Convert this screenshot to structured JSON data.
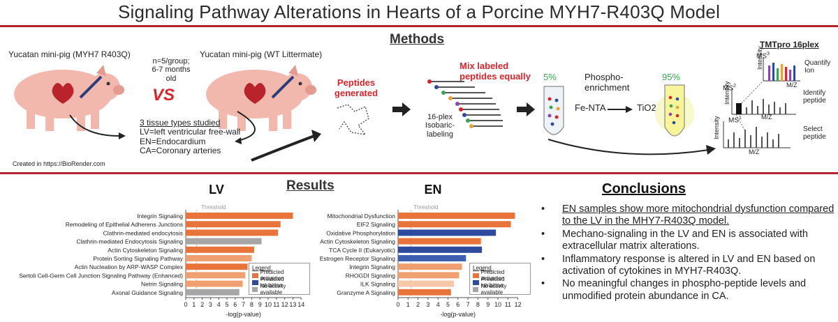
{
  "title": "Signaling Pathway Alterations in Hearts of a Porcine MYH7-R403Q Model",
  "methods": {
    "heading": "Methods",
    "pig1_label": "Yucatan mini-pig (MYH7 R403Q)",
    "pig2_label": "Yucatan mini-pig (WT Littermate)",
    "n_line1": "n=5/group;",
    "n_line2": "6-7 months",
    "n_line3": "old",
    "vs": "VS",
    "tissue_title": "3 tissue types studied",
    "tissue_lv": "LV=left ventricular free-wall",
    "tissue_en": "EN=Endocardium",
    "tissue_ca": "CA=Coronary arteries",
    "credit": "Created in https://BioRender.com",
    "peptides_line1": "Peptides",
    "peptides_line2": "generated",
    "mix_line1": "Mix labeled",
    "mix_line2": "peptides equally",
    "plex_line1": "16-plex",
    "plex_line2": "Isobaric-labeling",
    "pct5": "5%",
    "pct95": "95%",
    "phospho_line1": "Phospho-",
    "phospho_line2": "enrichment",
    "fe_nta": "Fe-NTA",
    "tio2": "TiO2",
    "tmt_title": "TMTpro 16plex",
    "ms3": "MS",
    "ms3_sup": "3",
    "ms2": "MS",
    "ms2_sup": "2",
    "ms1": "MS",
    "ms1_sup": "1",
    "intensity": "Intensity",
    "mz": "M/Z",
    "quantify_line1": "Quantify",
    "quantify_line2": "Ion",
    "identify_line1": "Identify",
    "identify_line2": "peptide",
    "select_line1": "Select",
    "select_line2": "peptide"
  },
  "results": {
    "heading": "Results"
  },
  "legend": {
    "title": "Legend",
    "items": [
      {
        "label": "Predicted activation",
        "color": "#e8743b"
      },
      {
        "label": "Predicted inhibition",
        "color": "#2e4a9c"
      },
      {
        "label": "No activity available",
        "color": "#a6a6a6"
      }
    ]
  },
  "chart_data": [
    {
      "type": "bar",
      "title": "LV",
      "threshold_label": "Threshold",
      "xlabel": "-log(p-value)",
      "xlim": [
        0,
        14
      ],
      "xticks": [
        0,
        1,
        2,
        3,
        4,
        5,
        6,
        7,
        8,
        9,
        10,
        11,
        12,
        13,
        14
      ],
      "categories": [
        "Integrin Signaling",
        "Remodeling of Epithelial Adherens Junctions",
        "Clathrin-mediated endocytosis",
        "Clathrin-mediated Endocytosis Signaling",
        "Actin Cytoskeleton Signaling",
        "Protein Sorting Signaling Pathway",
        "Actin Nucleation by ARP-WASP Complex",
        "Sertoli Cell-Germ Cell Junction Signaling Pathway (Enhanced)",
        "Netrin Signaling",
        "Axonal Guidance Signaling"
      ],
      "values": [
        13.0,
        11.5,
        11.2,
        9.2,
        8.3,
        8.0,
        7.5,
        7.2,
        6.9,
        6.5
      ],
      "colors": [
        "#e8743b",
        "#e8743b",
        "#e8743b",
        "#a6a6a6",
        "#e8743b",
        "#f0a070",
        "#e8743b",
        "#f0a070",
        "#f0a070",
        "#a6a6a6"
      ]
    },
    {
      "type": "bar",
      "title": "EN",
      "threshold_label": "Threshold",
      "xlabel": "-log(p-value)",
      "xlim": [
        0,
        12
      ],
      "xticks": [
        0,
        1,
        2,
        3,
        4,
        5,
        6,
        7,
        8,
        9,
        10,
        11,
        12
      ],
      "categories": [
        "Mitochondrial Dysfunction",
        "EIF2 Signaling",
        "Oxidative Phosphorylation",
        "Actin Cytoskeleton Signaling",
        "TCA Cycle II (Eukaryotic)",
        "Estrogen Receptor Signaling",
        "Integrin Signaling",
        "RHOGDI Signaling",
        "ILK Signaling",
        "Granzyme A Signaling"
      ],
      "values": [
        11.7,
        11.3,
        9.8,
        8.3,
        8.4,
        6.8,
        6.4,
        6.1,
        5.6,
        5.3
      ],
      "colors": [
        "#e8743b",
        "#e8743b",
        "#2e4a9c",
        "#e8743b",
        "#2e4a9c",
        "#3d5fb0",
        "#f0a070",
        "#f0a070",
        "#f6c8a8",
        "#e8743b"
      ]
    }
  ],
  "conclusions": {
    "heading": "Conclusions",
    "items": [
      "EN samples show more mitochondrial dysfunction compared to the LV in the MHY7-R403Q model.",
      "Mechano-signaling in the LV and EN is associated with extracellular matrix alterations.",
      "Inflammatory response is altered in LV and EN based on activation of cytokines in MYH7-R403Q.",
      "No meaningful changes in phospho-peptide levels and unmodified protein abundance in CA."
    ]
  }
}
